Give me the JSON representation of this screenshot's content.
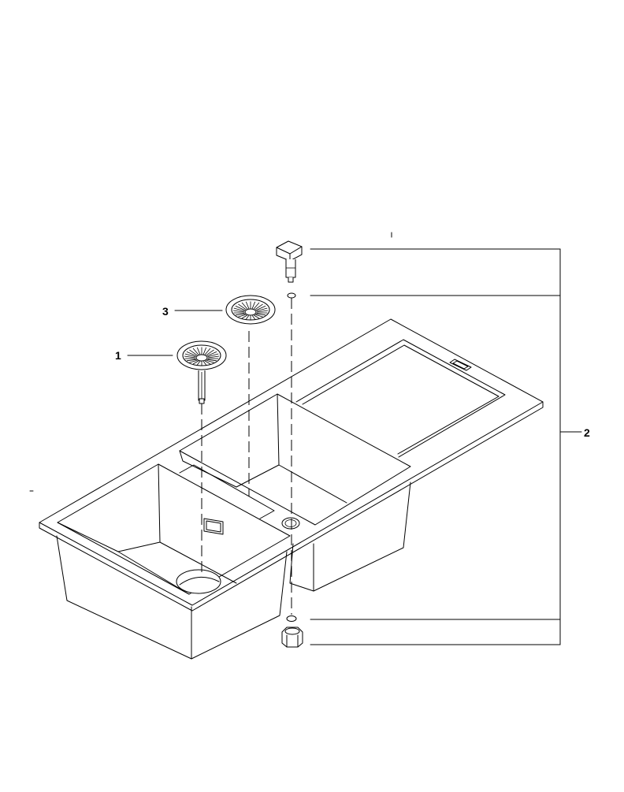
{
  "callouts": {
    "strainer_left": "1",
    "installation_set": "2",
    "strainer_right": "3"
  },
  "colors": {
    "line": "#000000",
    "background": "#ffffff"
  }
}
